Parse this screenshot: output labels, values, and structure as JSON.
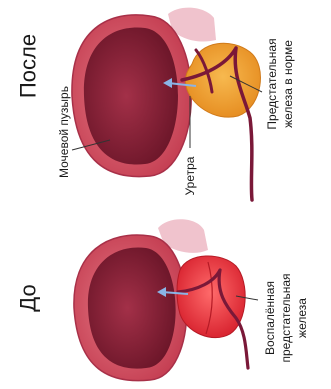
{
  "labels": {
    "after_heading": "После",
    "before_heading": "До",
    "bladder": "Мочевой пузырь",
    "urethra": "Уретра",
    "normal_prostate_line1": "Предстательная",
    "normal_prostate_line2": "железа в норме",
    "inflamed_prostate_line1": "Воспалённая",
    "inflamed_prostate_line2": "предстательная",
    "inflamed_prostate_line3": "железа"
  },
  "colors": {
    "bladder_wall": "#d04a5c",
    "bladder_cavity": "#7e1f33",
    "normal_prostate": "#f2a33a",
    "inflamed_prostate": "#e8323c",
    "urethra": "#7a1838",
    "pale_tissue": "#efbfca",
    "arrow": "#8ab4e6"
  }
}
